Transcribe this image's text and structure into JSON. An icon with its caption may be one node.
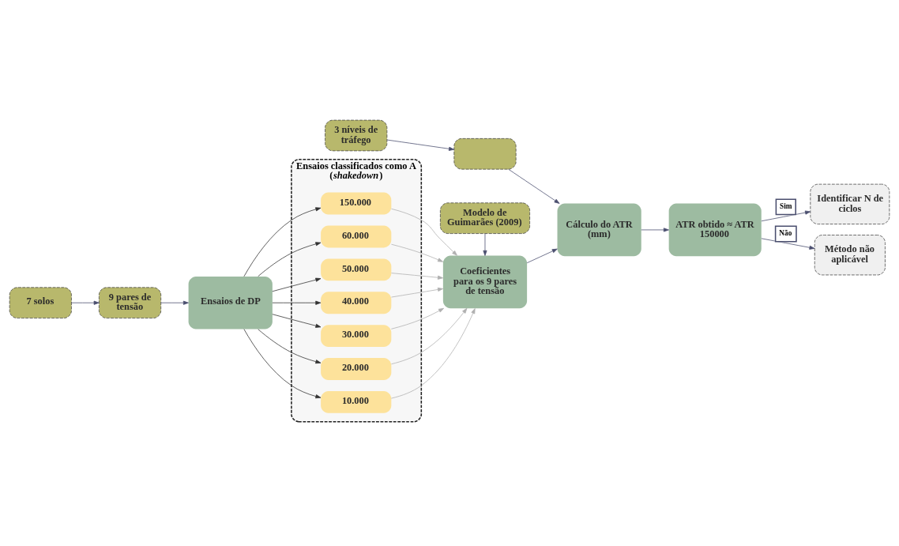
{
  "diagram": {
    "nodes": [
      {
        "text": [
          "Ensaios de DP"
        ]
      },
      {
        "text": [
          "9 pares de tensão"
        ]
      },
      {
        "text": [
          "7 solos"
        ]
      },
      {
        "text": [
          "Ensaios classificados como A (*shakedown*)"
        ]
      },
      {
        "text": [
          "150.000"
        ],
        "in": 3
      },
      {
        "text": [
          "60.000"
        ],
        "in": 3
      },
      {
        "text": [
          "50.000"
        ],
        "in": 3
      },
      {
        "text": [
          "40.000"
        ],
        "in": 3
      },
      {
        "text": [
          "30.000"
        ],
        "in": 3
      },
      {
        "text": [
          "20.000"
        ],
        "in": 3
      },
      {
        "text": [
          "10.000"
        ],
        "in": 3
      },
      {
        "text": [
          "Modelo de Guimarães (2009)"
        ]
      },
      {
        "text": [
          "Coeficientes para os 9 pares de tensão"
        ]
      },
      {
        "text": [
          "3 níveis de tráfego"
        ]
      },
      {
        "text": [],
        "shape": "box"
      },
      {
        "text": [
          "Cálculo do ATR (mm)"
        ]
      },
      {
        "text": [
          "ATR obtido ≈ ATR 150000"
        ]
      },
      {
        "text": [
          "Identificar N de ciclos"
        ]
      },
      {
        "text": [
          "Método não aplicável"
        ]
      }
    ],
    "edges": [
      {
        "from": 2,
        "to": 1,
        "arrow": "to"
      },
      {
        "from": 1,
        "to": 0,
        "arrow": "to"
      },
      {
        "from": 0,
        "to": 4,
        "arrow": "to",
        "color": "#333333"
      },
      {
        "from": 0,
        "to": 5,
        "arrow": "to",
        "color": "#333333"
      },
      {
        "from": 0,
        "to": 6,
        "arrow": "to",
        "color": "#333333"
      },
      {
        "from": 0,
        "to": 7,
        "arrow": "to",
        "color": "#333333"
      },
      {
        "from": 0,
        "to": 8,
        "arrow": "to",
        "color": "#333333"
      },
      {
        "from": 0,
        "to": 9,
        "arrow": "to",
        "color": "#333333"
      },
      {
        "from": 0,
        "to": 10,
        "arrow": "to",
        "color": "#333333"
      },
      {
        "from": 4,
        "to": 12,
        "arrow": "to",
        "color": "#b0b0b0"
      },
      {
        "from": 5,
        "to": 12,
        "arrow": "to",
        "color": "#b0b0b0"
      },
      {
        "from": 6,
        "to": 12,
        "arrow": "to",
        "color": "#b0b0b0"
      },
      {
        "from": 7,
        "to": 12,
        "arrow": "to",
        "color": "#b0b0b0"
      },
      {
        "from": 8,
        "to": 12,
        "arrow": "to",
        "color": "#b0b0b0"
      },
      {
        "from": 9,
        "to": 12,
        "arrow": "to",
        "color": "#b0b0b0"
      },
      {
        "from": 10,
        "to": 12,
        "arrow": "to",
        "color": "#b0b0b0"
      },
      {
        "from": 11,
        "to": 12,
        "arrow": "to"
      },
      {
        "from": 12,
        "to": 15,
        "arrow": "to"
      },
      {
        "from": 13,
        "to": 14,
        "arrow": "to"
      },
      {
        "from": 14,
        "to": 15,
        "arrow": "to"
      },
      {
        "from": 15,
        "to": 16,
        "arrow": "to"
      },
      {
        "from": 16,
        "to": 17,
        "arrow": "to",
        "label": "Sim"
      },
      {
        "from": 16,
        "to": 18,
        "arrow": "to",
        "label": "Não"
      }
    ]
  }
}
